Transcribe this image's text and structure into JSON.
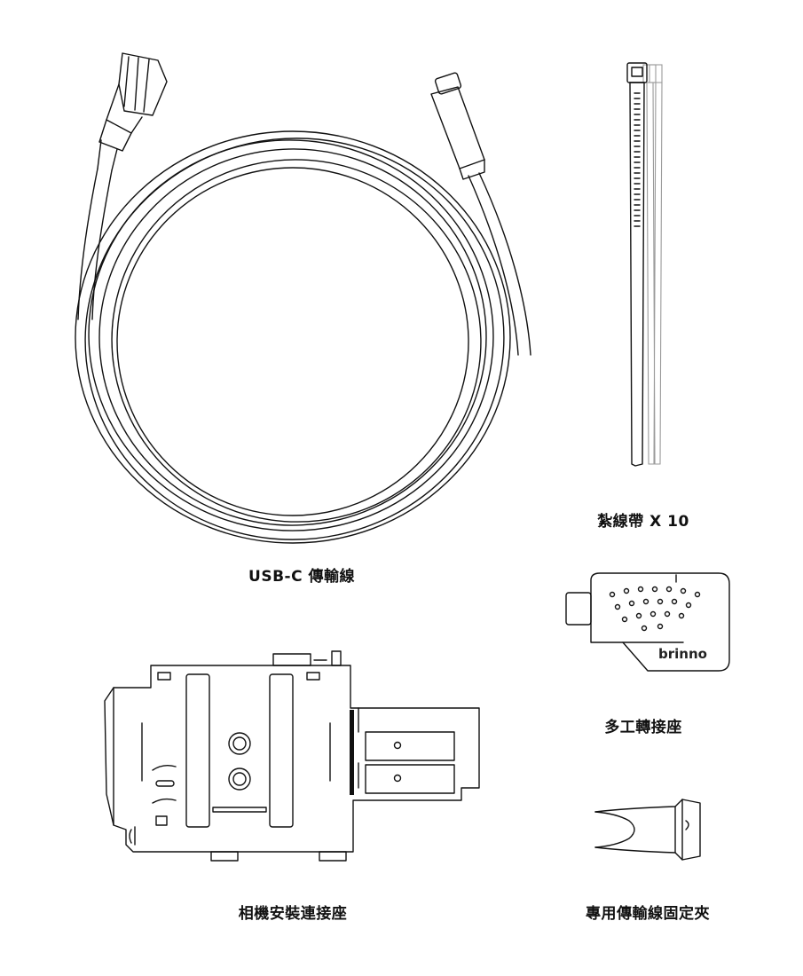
{
  "items": {
    "usb_cable": {
      "label": "USB-C 傳輸線"
    },
    "cable_ties": {
      "label": "紮線帶 X 10"
    },
    "adapter": {
      "label": "多工轉接座",
      "brand": "brinno"
    },
    "camera_mount": {
      "label": "相機安裝連接座"
    },
    "cable_clip": {
      "label": "專用傳輸線固定夾"
    }
  },
  "colors": {
    "line": "#111111",
    "light_line": "#9a9a9a",
    "background": "#ffffff"
  }
}
